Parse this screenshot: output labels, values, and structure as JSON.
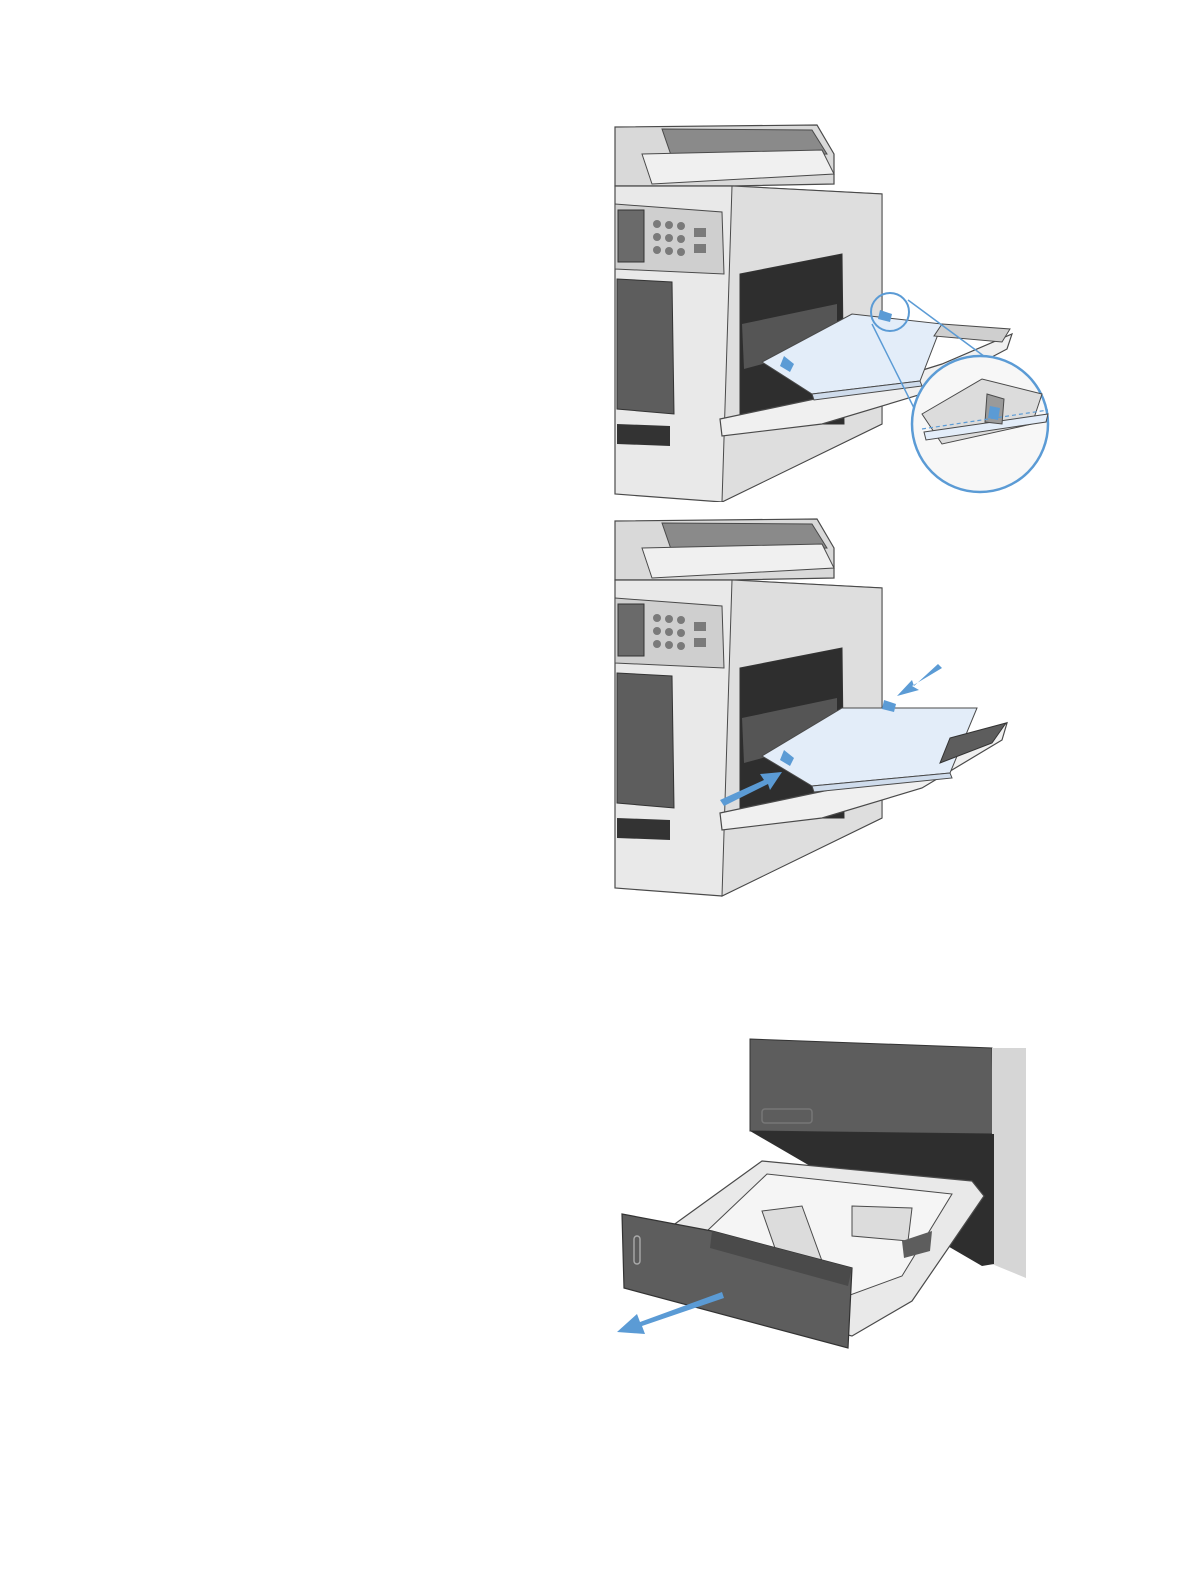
{
  "page": {
    "background": "#ffffff"
  },
  "figures": [
    {
      "id": "fig-1",
      "depicts": "printer-mp-tray-with-paper-and-magnified-fill-limit-inset",
      "icons": [
        "printer-icon",
        "paper-stack-icon",
        "magnifier-inset-icon"
      ]
    },
    {
      "id": "fig-2",
      "depicts": "printer-mp-tray-adjusting-side-guides",
      "icons": [
        "printer-icon",
        "paper-stack-icon",
        "arrow-left-icon",
        "arrow-right-icon"
      ]
    },
    {
      "id": "fig-3",
      "depicts": "paper-cassette-tray-pulled-out",
      "icons": [
        "tray-icon",
        "arrow-pull-icon"
      ]
    }
  ],
  "colors": {
    "accent_blue": "#5b9bd5",
    "paper_blue": "#e3edf9",
    "body_light": "#e9e9e9",
    "body_mid": "#cfcfcf",
    "body_dark": "#5d5d5d",
    "outline": "#4a4a4a"
  }
}
